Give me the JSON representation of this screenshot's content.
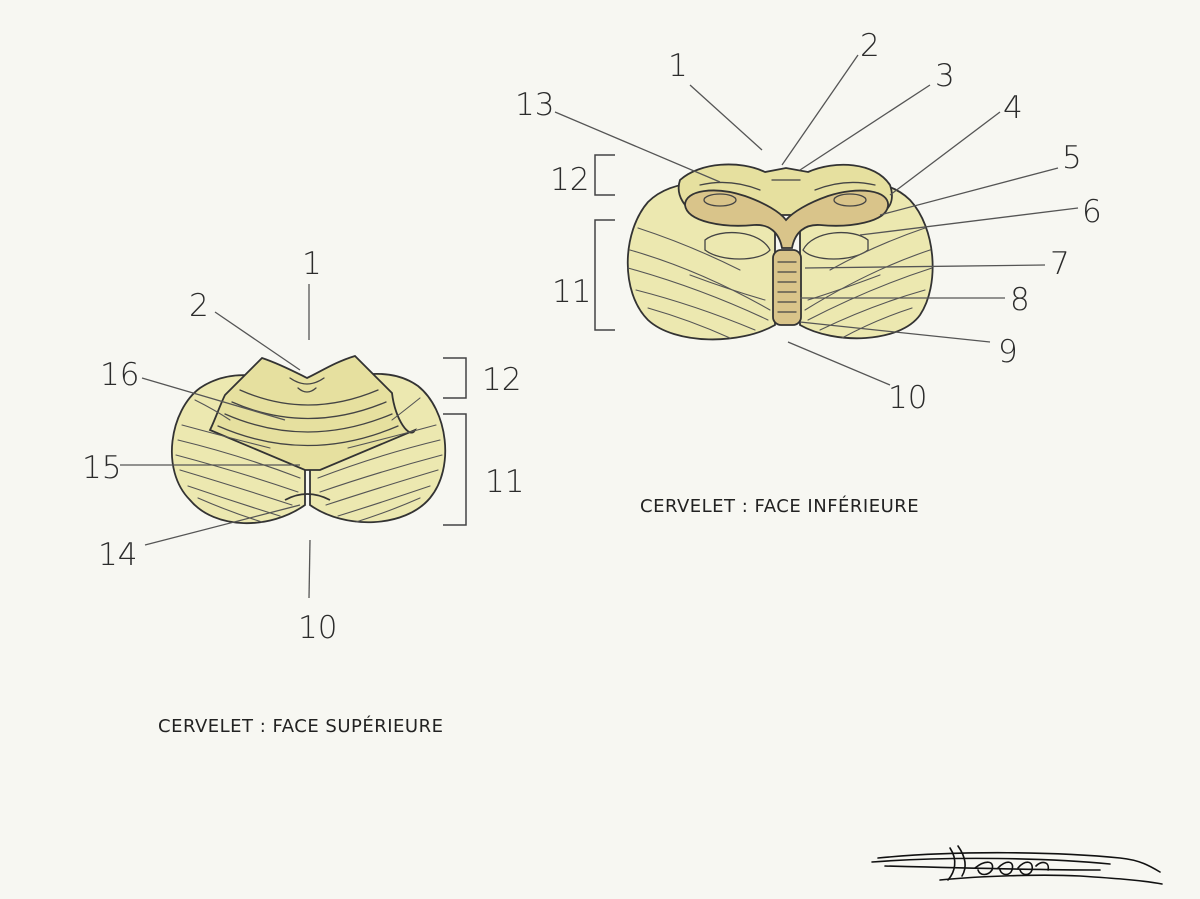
{
  "superior": {
    "caption": "CERVELET : FACE SUPÉRIEURE",
    "labels": {
      "l1": "1",
      "l2": "2",
      "l16": "16",
      "l12": "12",
      "l15": "15",
      "l11": "11",
      "l14": "14",
      "l10": "10"
    }
  },
  "inferior": {
    "caption": "CERVELET : FACE INFÉRIEURE",
    "labels": {
      "l1": "1",
      "l2": "2",
      "l3": "3",
      "l13": "13",
      "l4": "4",
      "l5": "5",
      "l12": "12",
      "l6": "6",
      "l11": "11",
      "l7": "7",
      "l8": "8",
      "l9": "9",
      "l10": "10"
    }
  },
  "colors": {
    "lobe_fill": "#ece8b0",
    "vermis_fill": "#e4dd9a",
    "stem_fill": "#d8c48f",
    "outline": "#333333"
  },
  "signature_text": "Léana"
}
